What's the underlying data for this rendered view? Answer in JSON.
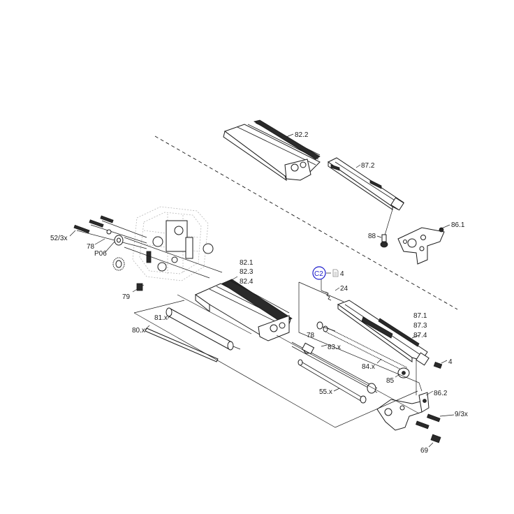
{
  "colors": {
    "ink": "#1a1a1a",
    "link": "#1a1acc",
    "ghost": "#b8b8b8"
  },
  "labels": {
    "l822": "82.2",
    "l872": "87.2",
    "l861": "86.1",
    "l88": "88",
    "l52": "52/3x",
    "l78a": "78",
    "lP06": "P06",
    "l79": "79",
    "l821": "82.1",
    "l823": "82.3",
    "l824": "82.4",
    "l81": "81.x",
    "l80": "80.x",
    "l78b": "78",
    "l83": "83.x",
    "l84": "84.x",
    "l85": "85",
    "l55": "55.x",
    "l871": "87.1",
    "l873": "87.3",
    "l874": "87.4",
    "l4": "4",
    "l24": "24",
    "l862": "86.2",
    "l93": "9/3x",
    "l69": "69"
  },
  "reference": {
    "code": "C2",
    "icon": "document-icon",
    "count": "4"
  }
}
